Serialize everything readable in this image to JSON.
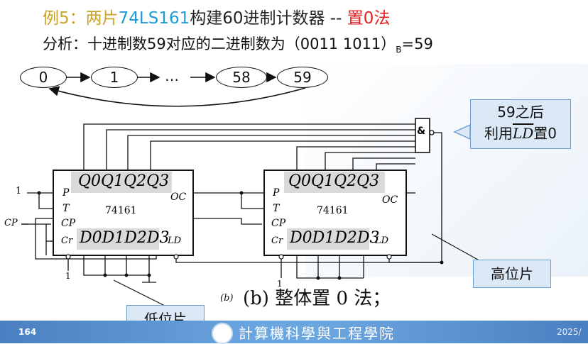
{
  "title": {
    "prefix": "例5：两片",
    "chip": "74LS161",
    "middle": "构建60进制计数器  -- ",
    "method": "置0法"
  },
  "analysis": {
    "text": "分析：十进制数59对应的二进制数为（0011 1011）",
    "subscript": "B",
    "suffix": "=59"
  },
  "state_sequence": {
    "s0": "0",
    "s1": "1",
    "ellipsis": "…",
    "s58": "58",
    "s59": "59"
  },
  "circuit": {
    "low_chip": {
      "outputs": "Q0Q1Q2Q3",
      "model": "74161",
      "inputs": "D0D1D2D3",
      "oc": "OC",
      "p": "P",
      "t": "T",
      "cp": "CP",
      "cr": "Cr",
      "ld": "LD",
      "one_label": "1",
      "cp_label": "CP",
      "ground_one": "1"
    },
    "high_chip": {
      "outputs": "Q0Q1Q2Q3",
      "model": "74161",
      "inputs": "D0D1D2D3",
      "oc": "OC",
      "p": "P",
      "t": "T",
      "cp": "CP",
      "cr": "Cr",
      "ld": "LD",
      "ground_one": "1"
    },
    "gate_symbol": "&"
  },
  "callouts": {
    "after59_line1": "59之后",
    "after59_line2_prefix": "利用",
    "after59_ld": "LD",
    "after59_line2_suffix": "置0",
    "high": "高位片",
    "low": "低位片"
  },
  "caption": {
    "small_b": "(b)",
    "main": "(b) 整体置 0 法；"
  },
  "footer": {
    "page": "164",
    "school": "計算機科學與工程學院",
    "date": "2025/"
  }
}
